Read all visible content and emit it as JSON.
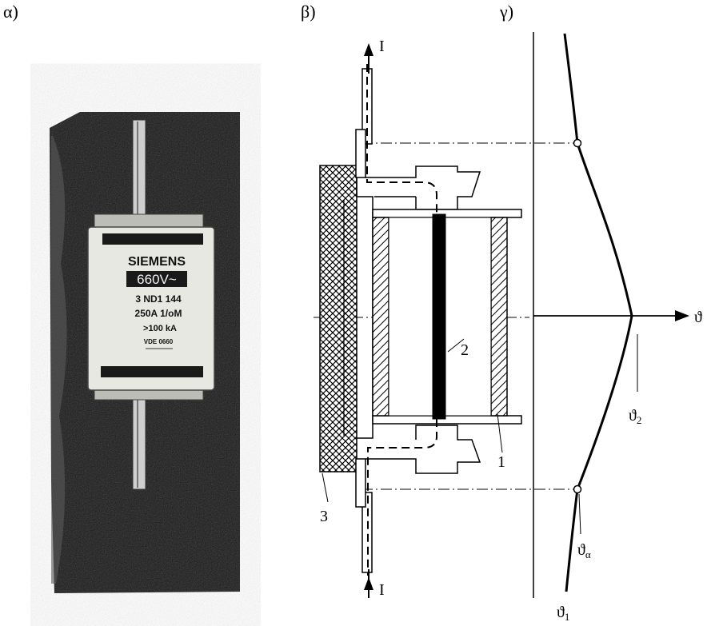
{
  "panels": {
    "a": "α)",
    "b": "β)",
    "c": "γ)"
  },
  "fuse_photo": {
    "brand": "SIEMENS",
    "voltage": "660V~",
    "model": "3 ND1  144",
    "rating": "250A 1/oM",
    "breaking": ">100 kA",
    "standard": "VDE 0660"
  },
  "schematic": {
    "current_top": "I",
    "current_bottom": "I",
    "part_1": "1",
    "part_2": "2",
    "part_3": "3"
  },
  "profile": {
    "axis_label": "ϑ",
    "theta_2": "ϑ",
    "theta_2_sub": "2",
    "theta_a": "ϑ",
    "theta_a_sub": "α",
    "theta_1": "ϑ",
    "theta_1_sub": "1"
  },
  "colors": {
    "ink": "#000000",
    "photo_bg": "#161616",
    "fuse_body": "#e8e8e2"
  }
}
